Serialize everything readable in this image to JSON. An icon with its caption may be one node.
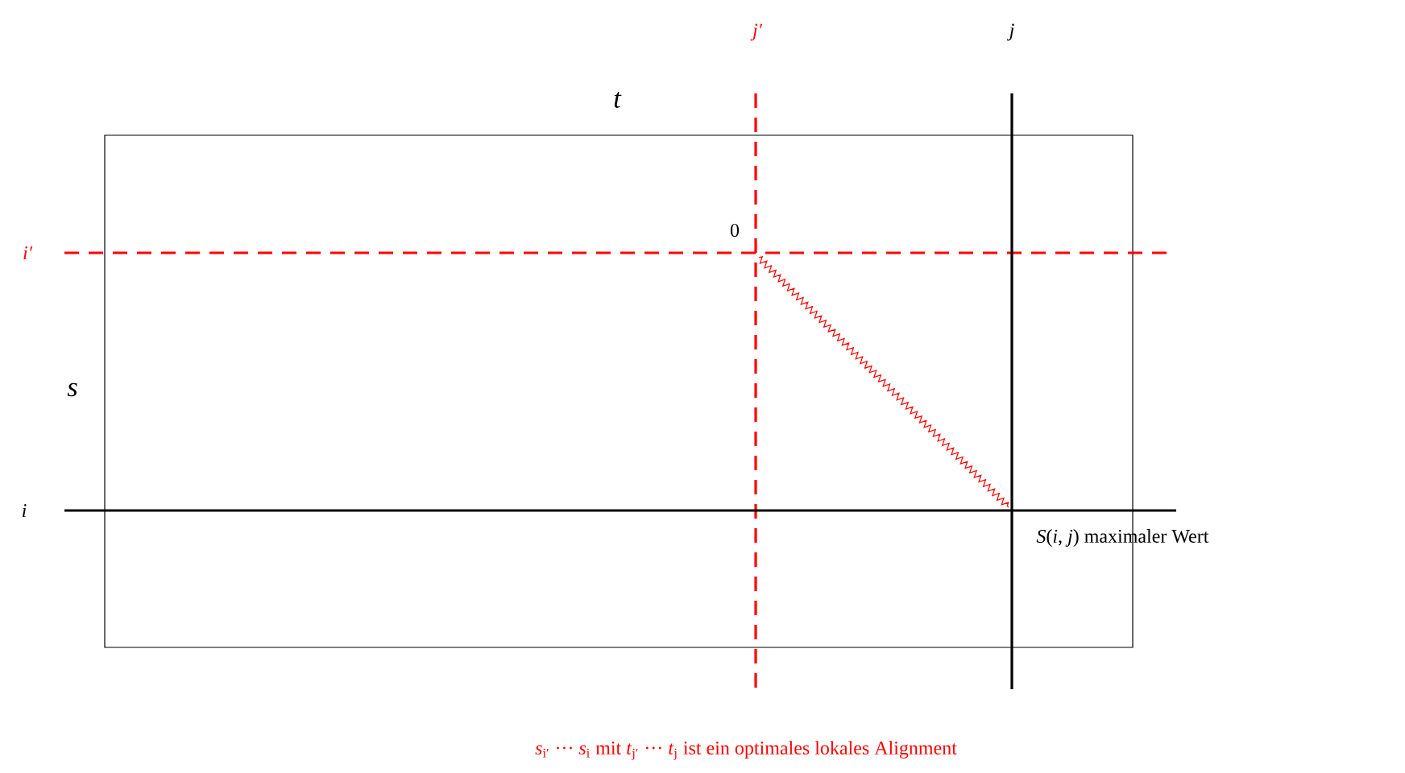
{
  "diagram": {
    "caption": "*s*$_{i′}$ ··· *s*$_{i}$ mit *t*$_{j′}$ ··· *t*$_{j}$ ist ein optimales lokales Alignment",
    "labels": [
      "j′",
      "j",
      "t",
      "0",
      "i′",
      "s",
      "i",
      "*S*(*i*, *j*) maximaler Wert"
    ]
  }
}
